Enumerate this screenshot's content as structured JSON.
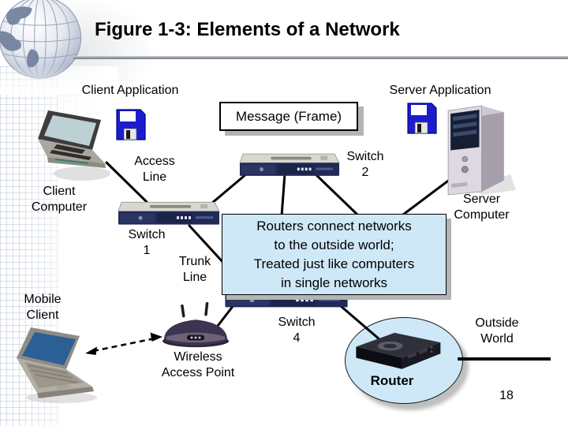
{
  "slide": {
    "title": "Figure 1-3: Elements of a Network",
    "page_number": "18"
  },
  "labels": {
    "client_application": "Client Application",
    "server_application": "Server Application",
    "message_frame": "Message (Frame)",
    "client_computer": [
      "Client",
      "Computer"
    ],
    "access_line": [
      "Access",
      "Line"
    ],
    "switch_1": [
      "Switch",
      "1"
    ],
    "switch_2": [
      "Switch",
      "2"
    ],
    "trunk_line": [
      "Trunk",
      "Line"
    ],
    "mobile_client": [
      "Mobile",
      "Client"
    ],
    "wireless_access_point": [
      "Wireless",
      "Access Point"
    ],
    "switch_4": [
      "Switch",
      "4"
    ],
    "router": "Router",
    "outside_world": [
      "Outside",
      "World"
    ],
    "server_computer": [
      "Server",
      "Computer"
    ]
  },
  "callout": {
    "lines": [
      "Routers connect networks",
      "to the outside world;",
      "Treated just like computers",
      "in single networks"
    ]
  },
  "icons": {
    "globe": "globe-logo-icon",
    "floppy": "floppy-disk-icon",
    "switch": "network-switch-icon",
    "laptop": "laptop-icon",
    "server": "server-tower-icon",
    "access_point": "wireless-access-point-icon",
    "router": "router-icon"
  },
  "colors": {
    "callout_bg": "#cfe8f8",
    "ellipse_bg": "#cfe8f8",
    "box_shadow": "#b4b4b4",
    "line": "#000000",
    "floppy_blue": "#1c1ccf",
    "switch_front": "#202a55",
    "mobile_screen": "#2b5f96",
    "title_text": "#000000",
    "divider_gray": "#8a9099"
  }
}
